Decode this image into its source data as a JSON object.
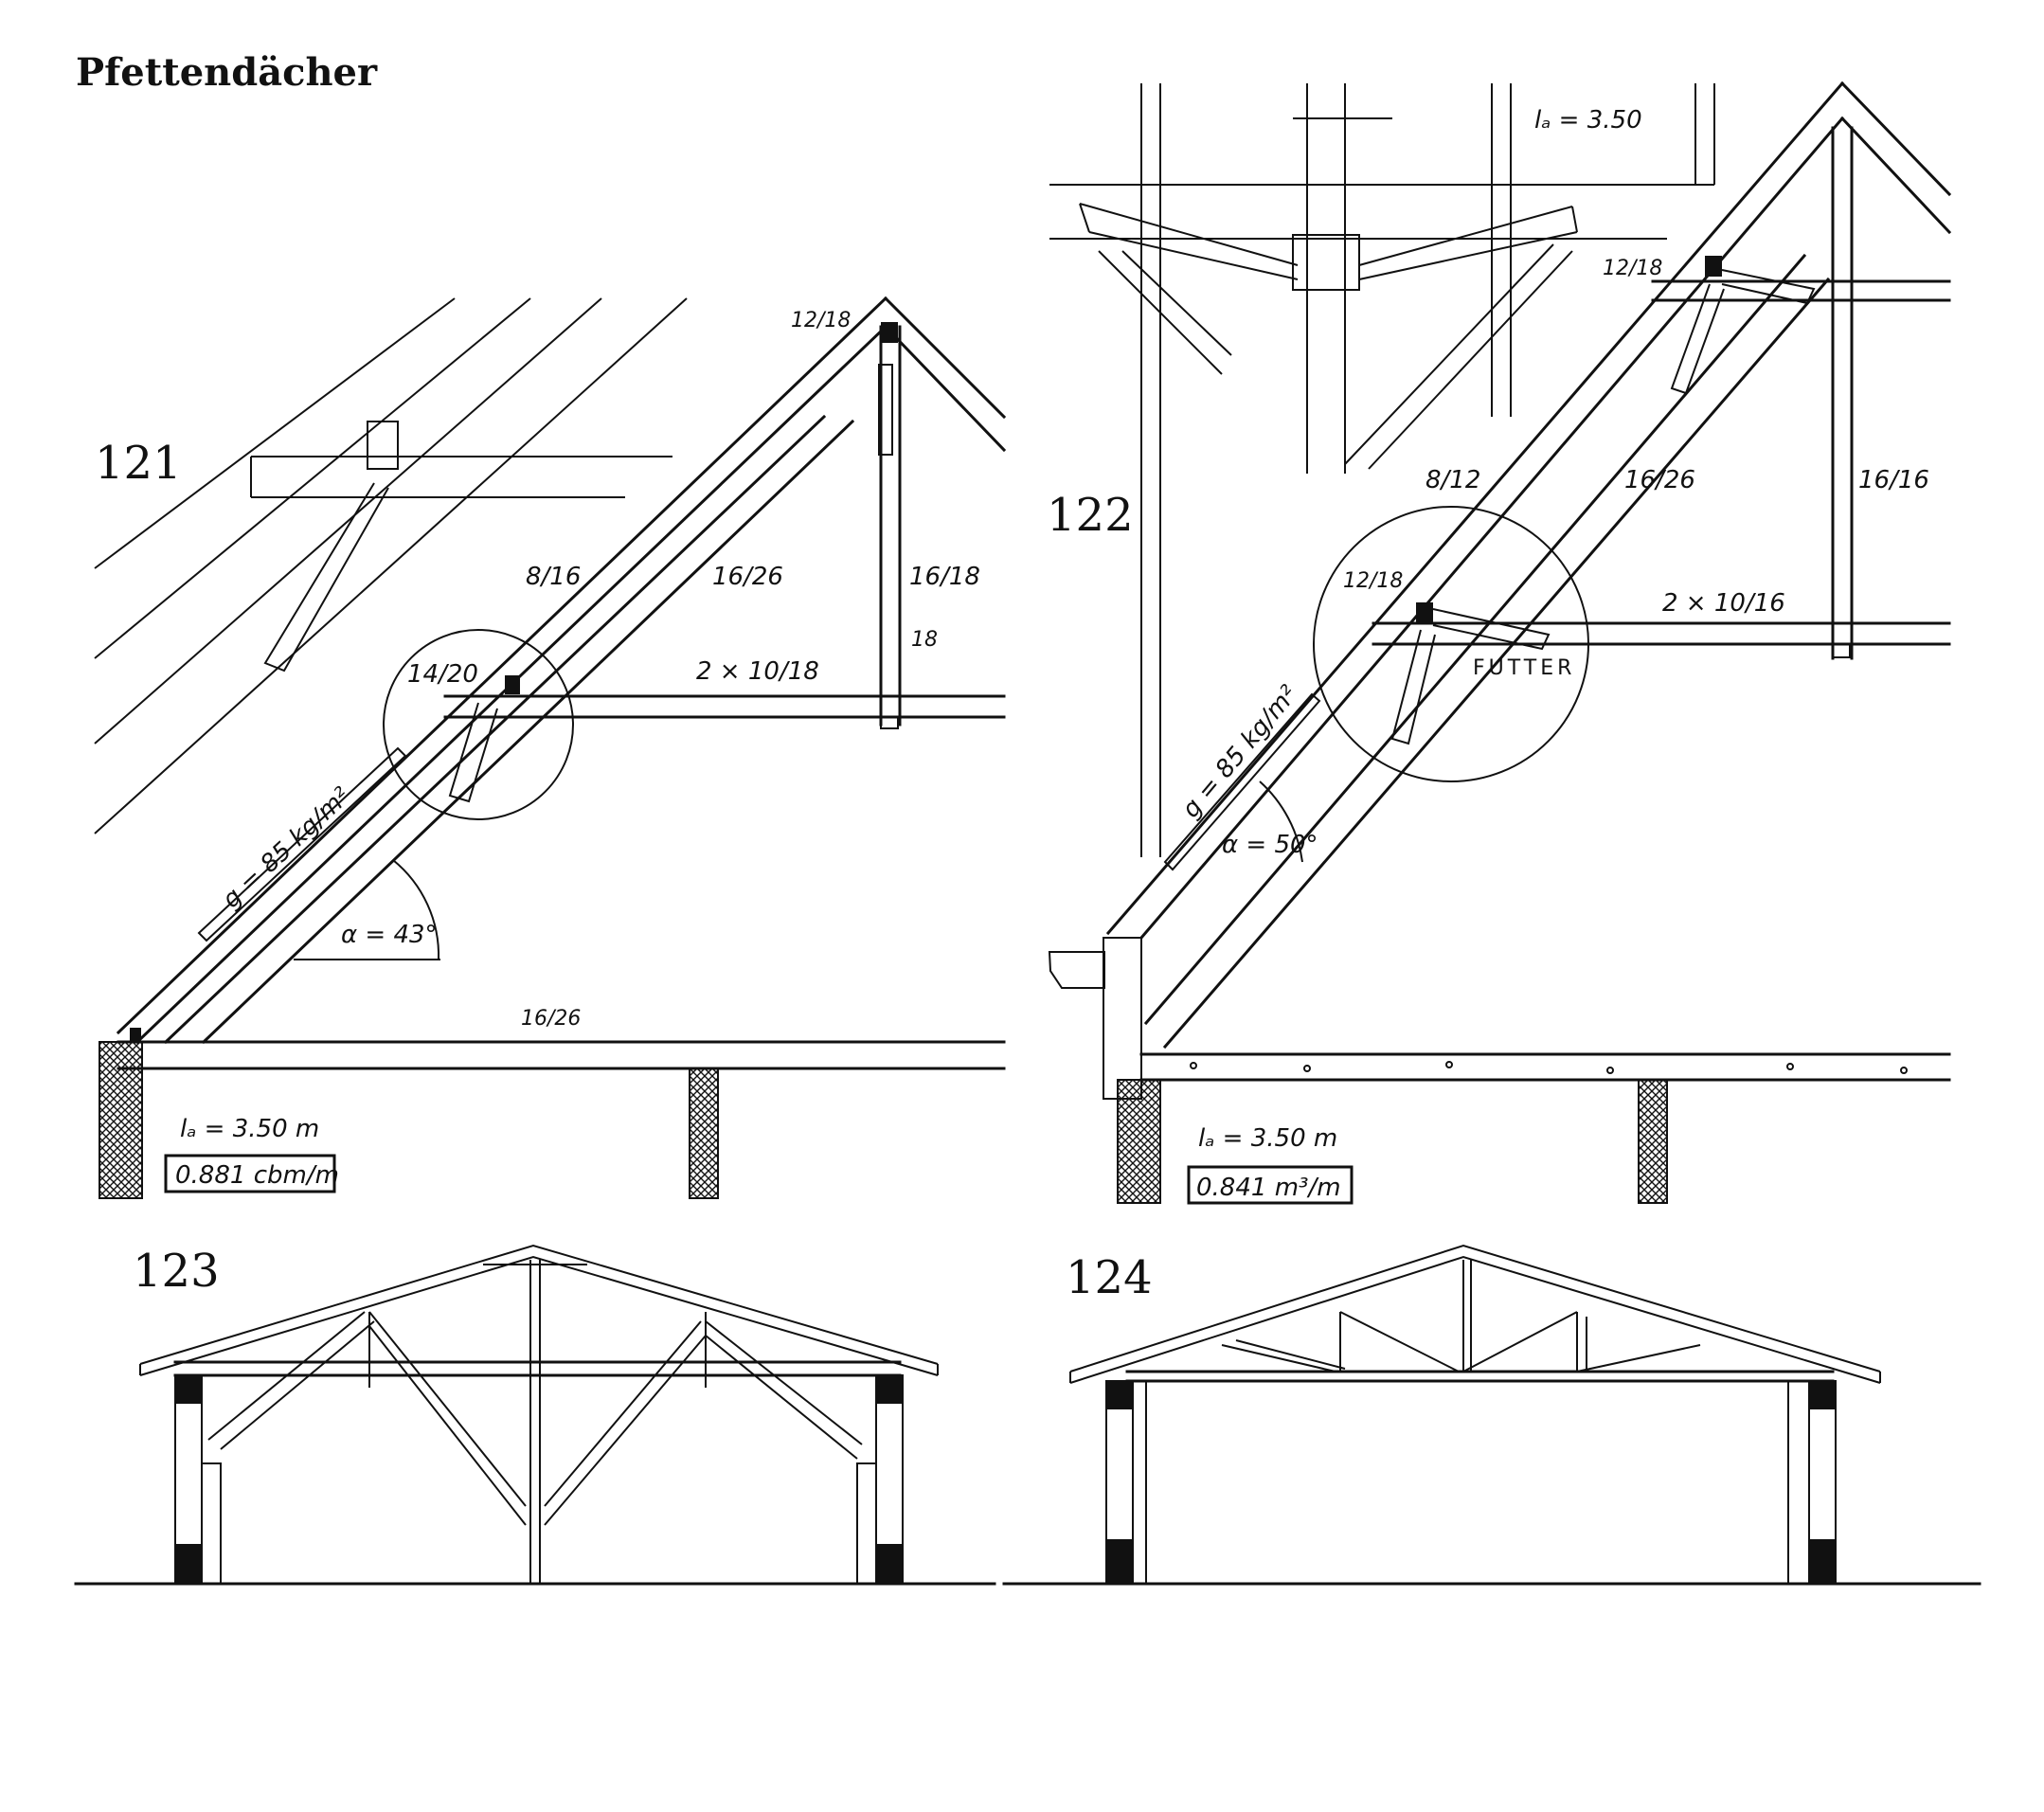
{
  "page_title": "Pfettendächer",
  "figures": [
    {
      "number": "121",
      "labels": {
        "rafter": "8/16",
        "principal": "16/26",
        "post": "16/18",
        "post_block": "18",
        "ridge_purlin": "12/18",
        "purlin": "14/20",
        "tie": "2 × 10/18",
        "beam": "16/26",
        "load": "g = 85 kg/m²",
        "angle": "α = 43°",
        "span": "lₐ = 3.50 m",
        "volume": "0.881 cbm/m"
      }
    },
    {
      "number": "122",
      "labels": {
        "span_top": "lₐ = 3.50",
        "ridge_purlin": "12/18",
        "rafter": "8/12",
        "principal": "16/26",
        "post": "16/16",
        "purlin": "12/18",
        "tie": "2 × 10/16",
        "filler": "FUTTER",
        "load": "g = 85 kg/m²",
        "angle": "α = 50°",
        "span": "lₐ = 3.50 m",
        "volume": "0.841 m³/m"
      }
    },
    {
      "number": "123"
    },
    {
      "number": "124"
    }
  ]
}
